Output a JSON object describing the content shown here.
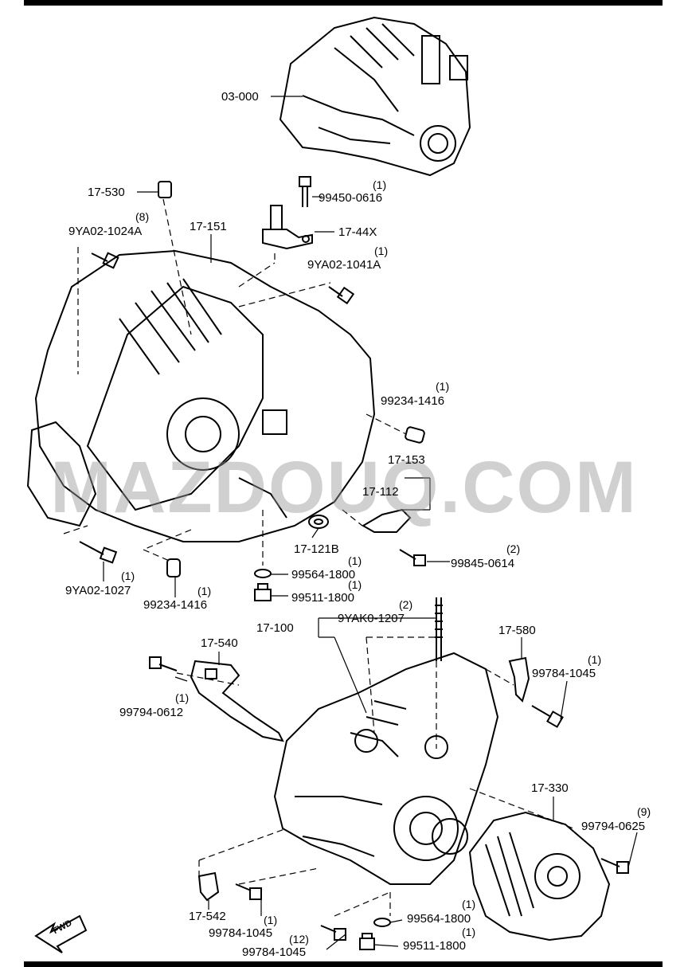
{
  "watermark": "MAZDOUQ.COM",
  "fwd_label": "FWD",
  "parts": {
    "p03000": "03-000",
    "p17530": "17-530",
    "p99450": "99450-0616",
    "p99450_q": "(1)",
    "p9ya1024": "9YA02-1024A",
    "p9ya1024_q": "(8)",
    "p17151": "17-151",
    "p1744x": "17-44X",
    "p9ya1041": "9YA02-1041A",
    "p9ya1041_q": "(1)",
    "p99234a": "99234-1416",
    "p99234a_q": "(1)",
    "p17153": "17-153",
    "p17112": "17-112",
    "p17121b": "17-121B",
    "p99845": "99845-0614",
    "p99845_q": "(2)",
    "p99564a": "99564-1800",
    "p99564a_q": "(1)",
    "p99511a": "99511-1800",
    "p99511a_q": "(1)",
    "p9ya1027": "9YA02-1027",
    "p9ya1027_q": "(1)",
    "p99234b": "99234-1416",
    "p99234b_q": "(1)",
    "p17100": "17-100",
    "p9yak0": "9YAK0-1207",
    "p9yak0_q": "(2)",
    "p17540": "17-540",
    "p99794a": "99794-0612",
    "p99794a_q": "(1)",
    "p17580": "17-580",
    "p99784a": "99784-1045",
    "p99784a_q": "(1)",
    "p17330": "17-330",
    "p99794b": "99794-0625",
    "p99794b_q": "(9)",
    "p17542": "17-542",
    "p99784b": "99784-1045",
    "p99784b_q": "(1)",
    "p99784c": "99784-1045",
    "p99784c_q": "(12)",
    "p99564b": "99564-1800",
    "p99564b_q": "(1)",
    "p99511b": "99511-1800",
    "p99511b_q": "(1)"
  }
}
